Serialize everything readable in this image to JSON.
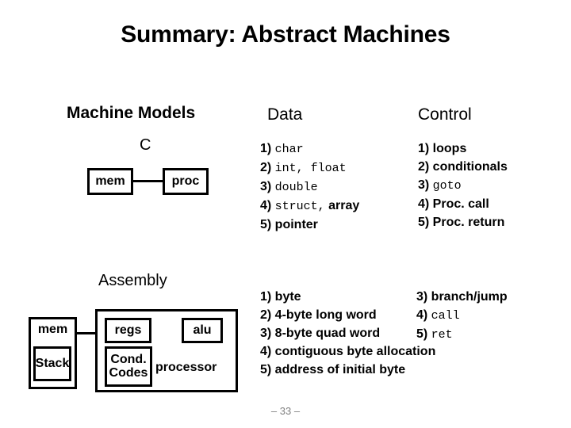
{
  "slide": {
    "title": "Summary: Abstract Machines",
    "footer": "– 33 –"
  },
  "headers": {
    "machine_models": "Machine Models",
    "data": "Data",
    "control": "Control"
  },
  "c_model": {
    "label": "C",
    "mem": "mem",
    "proc": "proc"
  },
  "assembly_model": {
    "label": "Assembly",
    "mem": "mem",
    "stack": "Stack",
    "regs": "regs",
    "alu": "alu",
    "cond_codes_line1": "Cond.",
    "cond_codes_line2": "Codes",
    "processor": "processor"
  },
  "data_list": [
    {
      "num": "1)",
      "code": "char",
      "text": ""
    },
    {
      "num": "2)",
      "code": "int, float",
      "text": ""
    },
    {
      "num": "3)",
      "code": "double",
      "text": ""
    },
    {
      "num": "4)",
      "code": "struct,",
      "text": " array"
    },
    {
      "num": "5)",
      "code": "",
      "text": "pointer"
    }
  ],
  "control_list": [
    {
      "num": "1)",
      "code": "",
      "text": "loops"
    },
    {
      "num": "2)",
      "code": "",
      "text": "conditionals"
    },
    {
      "num": "3)",
      "code": "goto",
      "text": ""
    },
    {
      "num": "4)",
      "code": "",
      "text": "Proc. call"
    },
    {
      "num": "5)",
      "code": "",
      "text": "Proc. return"
    }
  ],
  "assembly_data_list": [
    {
      "num": "1)",
      "code": "",
      "text": "byte"
    },
    {
      "num": "2)",
      "code": "",
      "text": "4-byte long word"
    },
    {
      "num": "3)",
      "code": "",
      "text": "8-byte quad word"
    },
    {
      "num": "4)",
      "code": "",
      "text": "contiguous byte allocation"
    },
    {
      "num": "5)",
      "code": "",
      "text": "address of initial byte"
    }
  ],
  "assembly_control_list": [
    {
      "num": "3)",
      "code": "",
      "text": "branch/jump"
    },
    {
      "num": "4)",
      "code": "call",
      "text": ""
    },
    {
      "num": "5)",
      "code": "ret",
      "text": ""
    }
  ],
  "colors": {
    "background": "#ffffff",
    "ink": "#000000",
    "footer": "#808080"
  }
}
